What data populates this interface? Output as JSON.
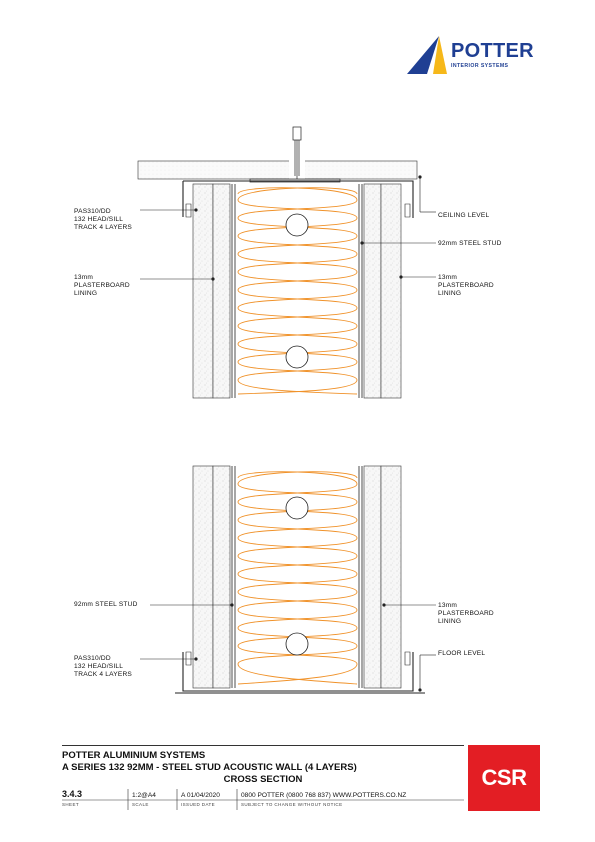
{
  "brand": {
    "name": "POTTER",
    "subtitle": "INTERIOR SYSTEMS",
    "colors": {
      "blue": "#1f3f93",
      "yellow": "#f6b81a",
      "insulation": "#f0922a",
      "csr_red": "#e31e24"
    }
  },
  "top_labels": {
    "head_track": "PAS310/DD\n132 HEAD/SILL\nTRACK 4 LAYERS",
    "plasterboard_left": "13mm\nPLASTERBOARD\nLINING",
    "ceiling_level": "CEILING LEVEL",
    "steel_stud": "92mm STEEL STUD",
    "plasterboard_right": "13mm\nPLASTERBOARD\nLINING"
  },
  "bottom_labels": {
    "steel_stud": "92mm STEEL STUD",
    "sill_track": "PAS310/DD\n132 HEAD/SILL\nTRACK 4 LAYERS",
    "plasterboard_right": "13mm\nPLASTERBOARD\nLINING",
    "floor_level": "FLOOR LEVEL"
  },
  "title_block": {
    "company": "POTTER ALUMINIUM SYSTEMS",
    "title": "A SERIES 132 92MM - STEEL STUD ACOUSTIC WALL (4 LAYERS)",
    "subtitle": "CROSS SECTION",
    "sheet": "3.4.3",
    "sheet_caption": "SHEET",
    "scale": "1:2@A4",
    "scale_caption": "SCALE",
    "issue_date": "A 01/04/2020",
    "issue_caption": "ISSUED DATE",
    "contact": "0800 POTTER (0800 768 837) WWW.POTTERS.CO.NZ",
    "notice": "SUBJECT TO CHANGE WITHOUT NOTICE"
  },
  "csr_logo": {
    "text": "CSR"
  }
}
